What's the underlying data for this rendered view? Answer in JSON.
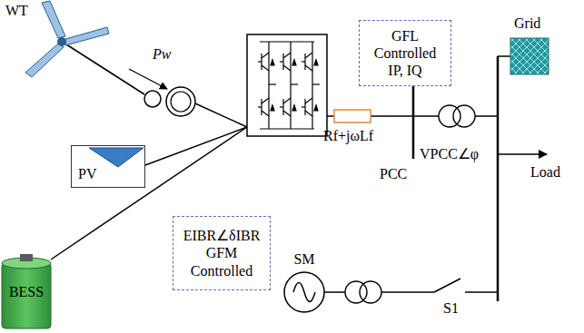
{
  "diagram": {
    "nodes": [
      {
        "text": [
          "GFL Controlled",
          "IP, IQ"
        ]
      },
      {
        "text": [
          "PV"
        ]
      },
      {
        "text": [
          "EIBR∠δIBR",
          "GFM Controlled"
        ]
      },
      {
        "text": [
          "BESS"
        ]
      },
      {
        "text": [
          "SM"
        ]
      }
    ],
    "labels": [
      "WT",
      "Pw",
      "Rf+jωLf",
      "VPCC∠φ",
      "PCC",
      "Grid",
      "Load",
      "S1"
    ]
  }
}
